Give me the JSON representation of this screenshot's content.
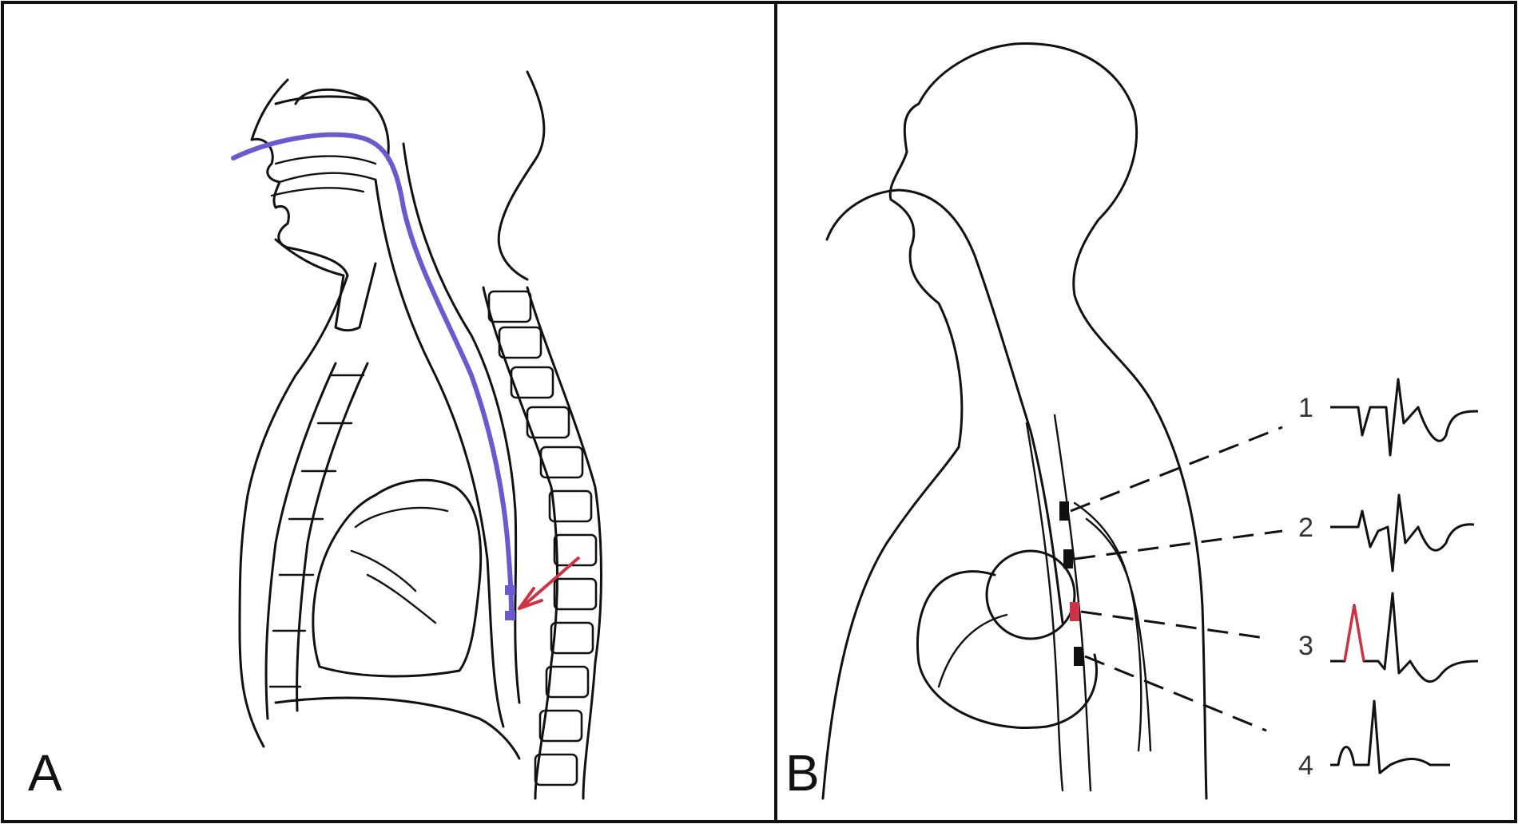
{
  "panels": [
    {
      "label": "A"
    },
    {
      "label": "B"
    }
  ],
  "ecg": {
    "labels": [
      "1",
      "2",
      "3",
      "4"
    ],
    "highlight_index": 2
  },
  "colors": {
    "tube": "#6a5acd",
    "highlight": "#cc3344",
    "line": "#111111",
    "frame": "#111111"
  }
}
